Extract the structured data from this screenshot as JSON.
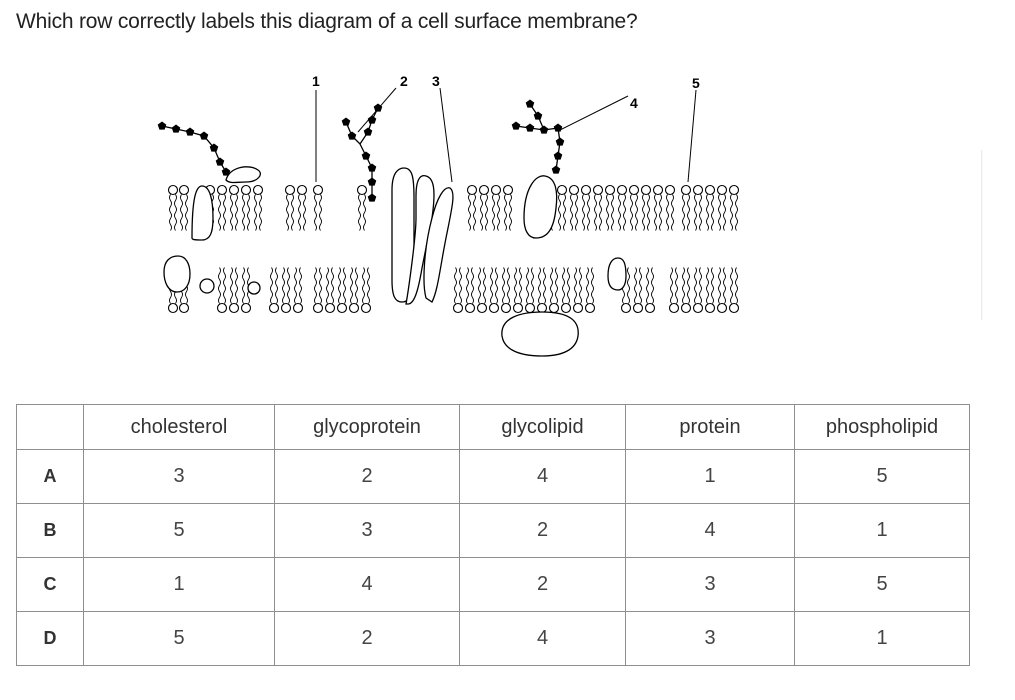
{
  "question": "Which row correctly labels this diagram of a cell surface membrane?",
  "diagram": {
    "labels": [
      "1",
      "2",
      "3",
      "4",
      "5"
    ]
  },
  "table": {
    "corner": "",
    "headers": [
      "cholesterol",
      "glycoprotein",
      "glycolipid",
      "protein",
      "phospholipid"
    ],
    "rows": [
      {
        "label": "A",
        "cells": [
          "3",
          "2",
          "4",
          "1",
          "5"
        ]
      },
      {
        "label": "B",
        "cells": [
          "5",
          "3",
          "2",
          "4",
          "1"
        ]
      },
      {
        "label": "C",
        "cells": [
          "1",
          "4",
          "2",
          "3",
          "5"
        ]
      },
      {
        "label": "D",
        "cells": [
          "5",
          "2",
          "4",
          "3",
          "1"
        ]
      }
    ]
  }
}
